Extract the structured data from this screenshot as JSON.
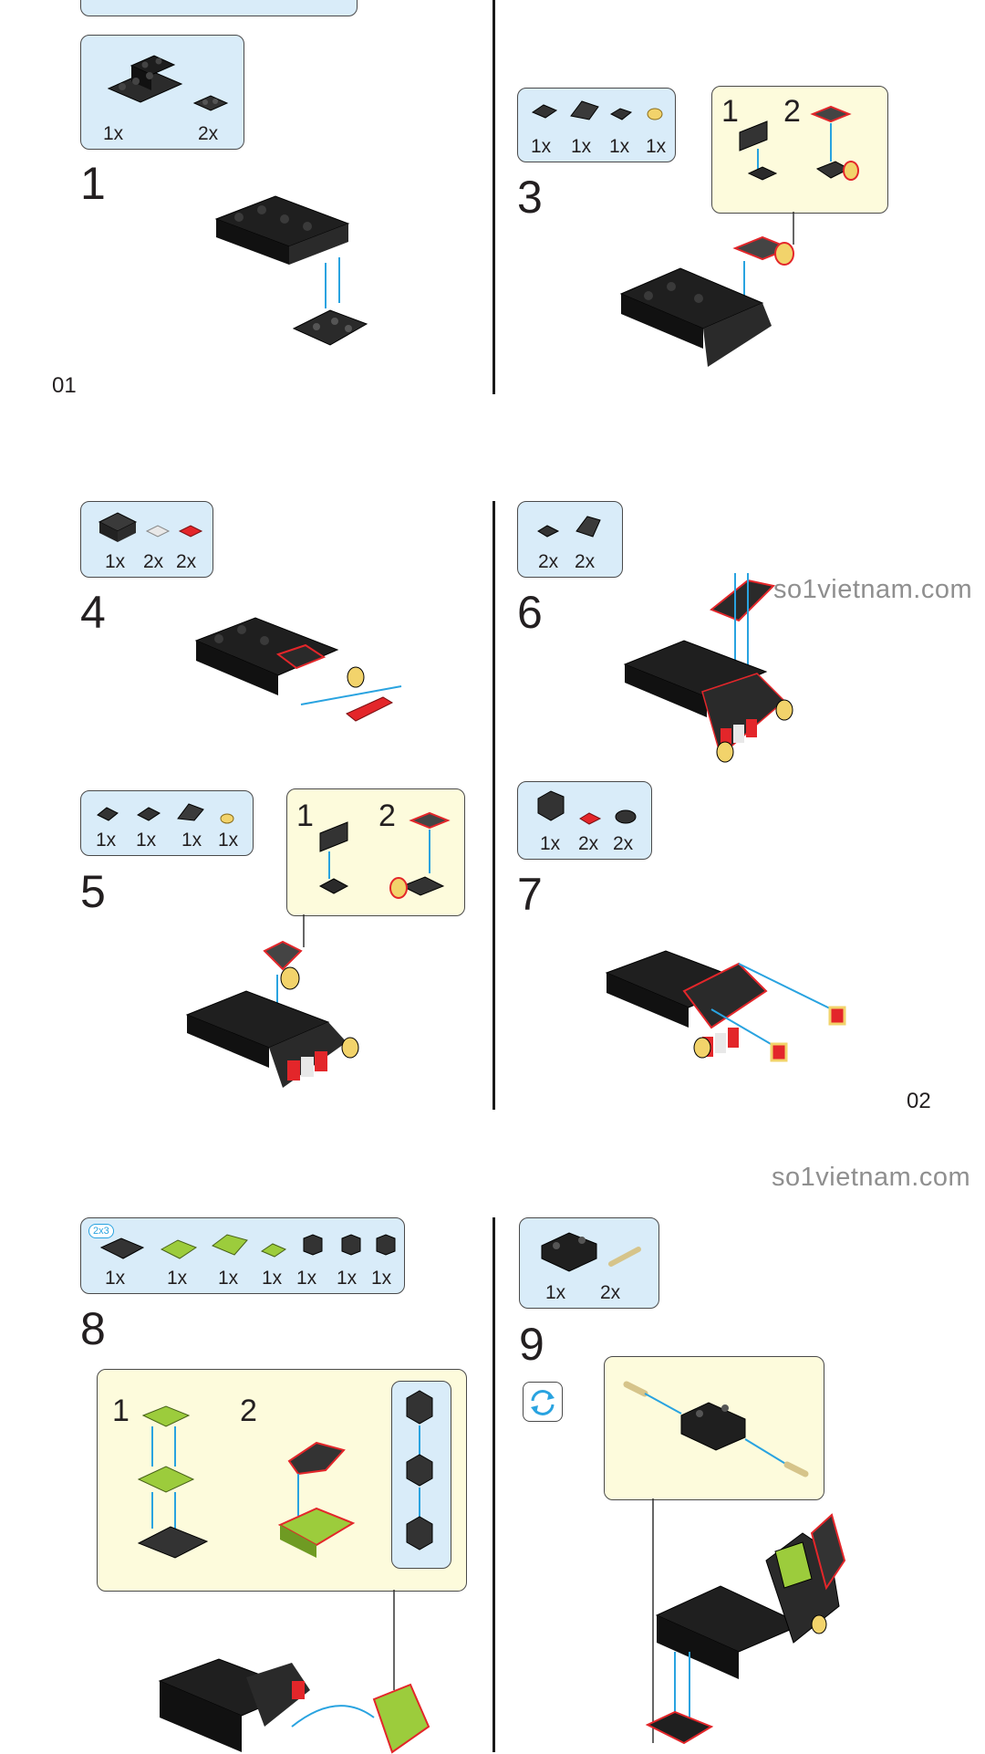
{
  "pages": {
    "first": "01",
    "second": "02"
  },
  "watermark": {
    "text": "so1vietnam.com"
  },
  "steps": {
    "s1": {
      "number": "1",
      "qty": [
        "1x",
        "2x"
      ]
    },
    "s3": {
      "number": "3",
      "qty": [
        "1x",
        "1x",
        "1x",
        "1x"
      ],
      "sub": [
        "1",
        "2"
      ]
    },
    "s4": {
      "number": "4",
      "qty": [
        "1x",
        "2x",
        "2x"
      ]
    },
    "s5": {
      "number": "5",
      "qty": [
        "1x",
        "1x",
        "1x",
        "1x"
      ],
      "sub": [
        "1",
        "2"
      ]
    },
    "s6": {
      "number": "6",
      "qty": [
        "2x",
        "2x"
      ]
    },
    "s7": {
      "number": "7",
      "qty": [
        "1x",
        "2x",
        "2x"
      ]
    },
    "s8": {
      "number": "8",
      "badge": "2x3",
      "qty": [
        "1x",
        "1x",
        "1x",
        "1x",
        "1x",
        "1x",
        "1x"
      ],
      "sub": [
        "1",
        "2"
      ]
    },
    "s9": {
      "number": "9",
      "qty": [
        "1x",
        "2x"
      ]
    }
  },
  "colors": {
    "parts_bg": "#d9ecf9",
    "subassembly_bg": "#fdfbdc",
    "guide_line": "#29a3e0",
    "highlight": "#e3262a",
    "lime": "#9ccc3c"
  }
}
